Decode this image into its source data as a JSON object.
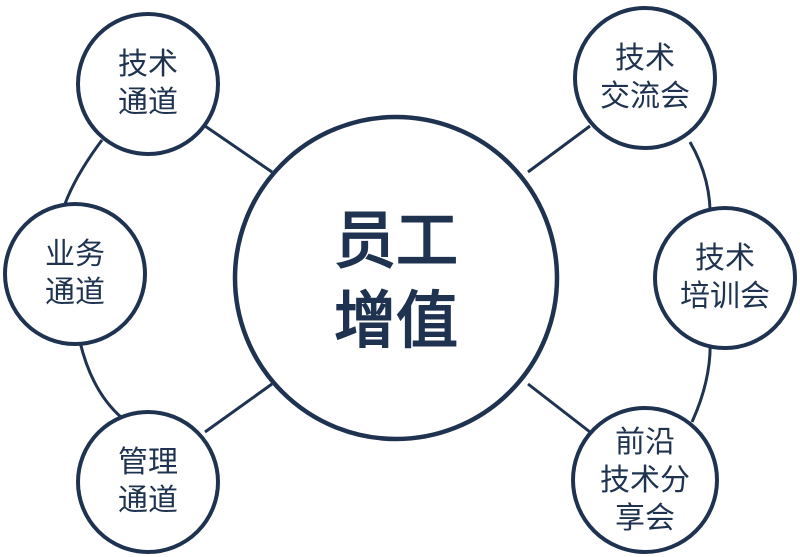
{
  "center": {
    "lines": [
      "员工",
      "增值"
    ]
  },
  "left_nodes": [
    {
      "lines": [
        "技术",
        "通道"
      ]
    },
    {
      "lines": [
        "业务",
        "通道"
      ]
    },
    {
      "lines": [
        "管理",
        "通道"
      ]
    }
  ],
  "right_nodes": [
    {
      "lines": [
        "技术",
        "交流会"
      ]
    },
    {
      "lines": [
        "技术",
        "培训会"
      ]
    },
    {
      "lines": [
        "前沿",
        "技术分",
        "享会"
      ]
    }
  ],
  "colors": {
    "stroke": "#1f3350",
    "text": "#1f3350",
    "fill": "#ffffff"
  }
}
